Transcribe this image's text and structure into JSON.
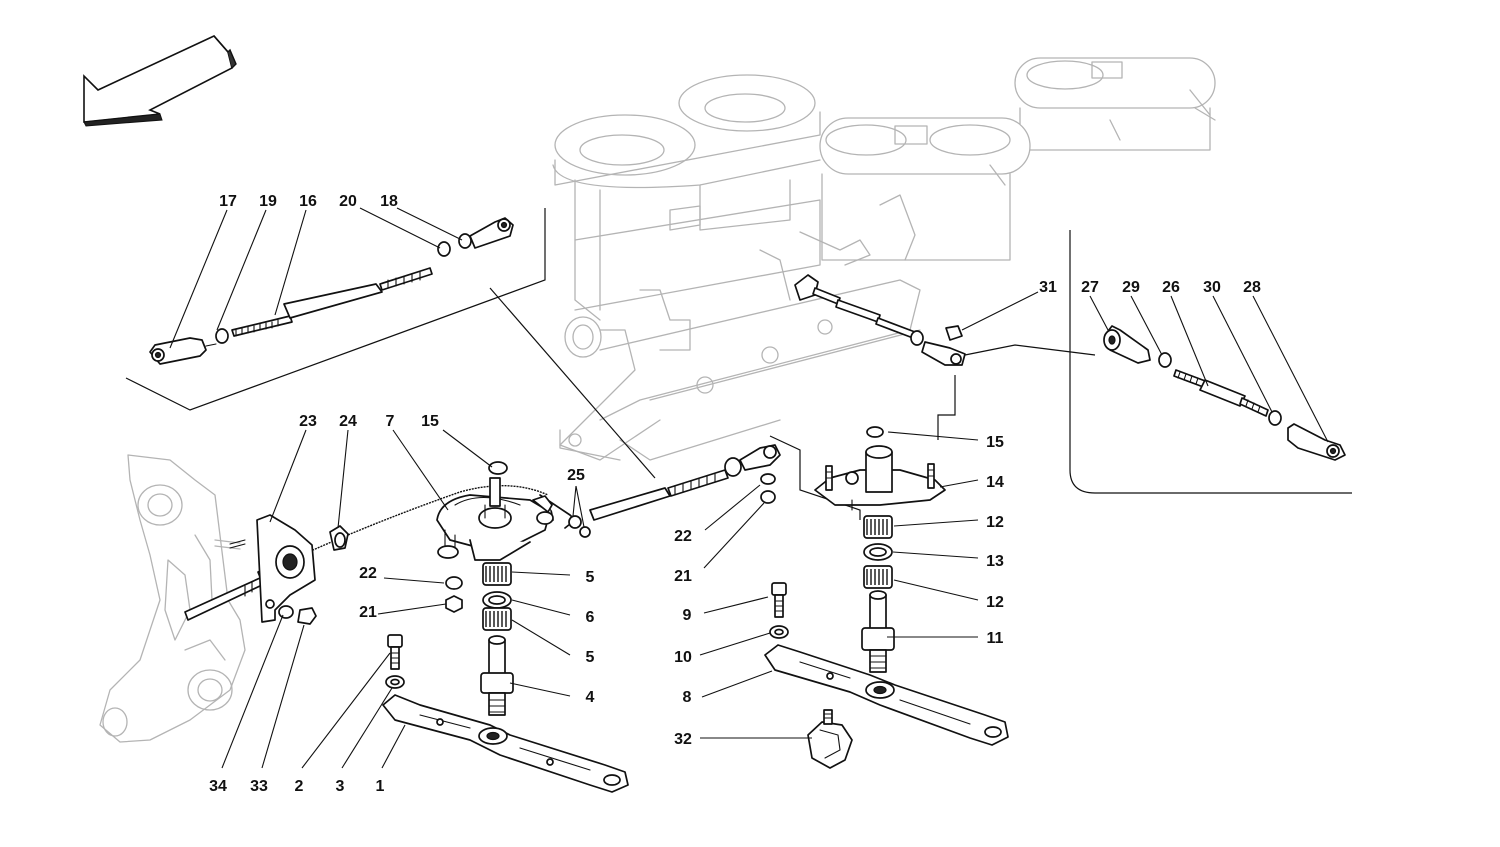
{
  "labels": {
    "l1": "1",
    "l2": "2",
    "l3": "3",
    "l4": "4",
    "l5a": "5",
    "l5b": "5",
    "l6": "6",
    "l7": "7",
    "l8": "8",
    "l9": "9",
    "l10": "10",
    "l11": "11",
    "l12a": "12",
    "l12b": "12",
    "l13": "13",
    "l14": "14",
    "l15a": "15",
    "l15b": "15",
    "l16": "16",
    "l17": "17",
    "l18": "18",
    "l19": "19",
    "l20": "20",
    "l21a": "21",
    "l21b": "21",
    "l22a": "22",
    "l22b": "22",
    "l23": "23",
    "l24": "24",
    "l25": "25",
    "l26": "26",
    "l27": "27",
    "l28": "28",
    "l29": "29",
    "l30": "30",
    "l31": "31",
    "l32": "32",
    "l33": "33",
    "l34": "34"
  },
  "colors": {
    "ink": "#111111",
    "ghost": "#b4b4b4",
    "background": "#ffffff"
  },
  "icons": {
    "orientation": "direction-arrow-icon"
  }
}
